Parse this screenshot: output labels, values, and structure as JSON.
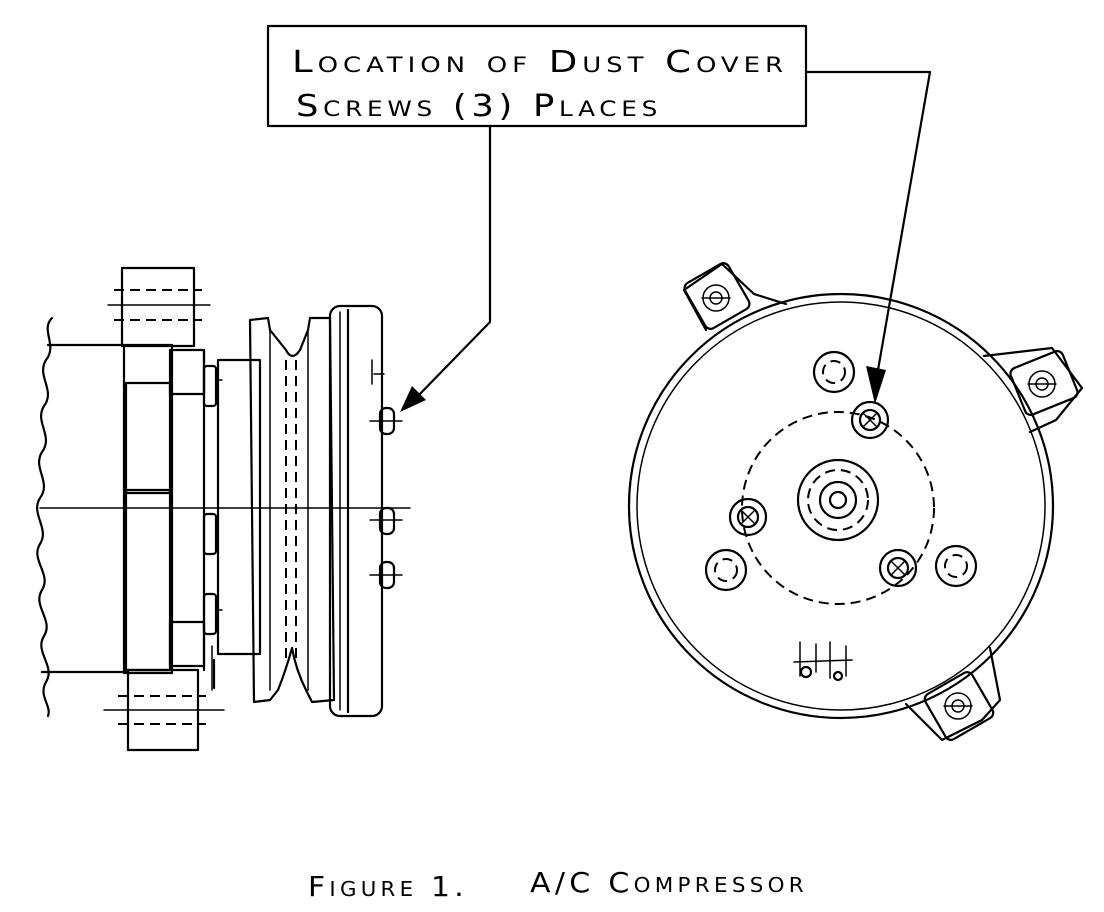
{
  "callout": {
    "line1": "Location of Dust Cover",
    "line2": "Screws (3) Places"
  },
  "caption": {
    "figure_number": "Figure 1.",
    "title": "A/C Compressor"
  }
}
